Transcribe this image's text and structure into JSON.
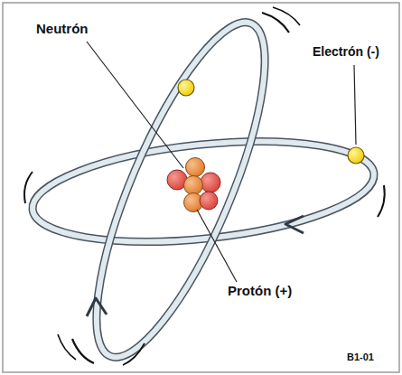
{
  "diagram": {
    "labels": [
      "Neutrón",
      "Electrón (-)",
      "Protón (+)",
      "B1-01"
    ]
  }
}
